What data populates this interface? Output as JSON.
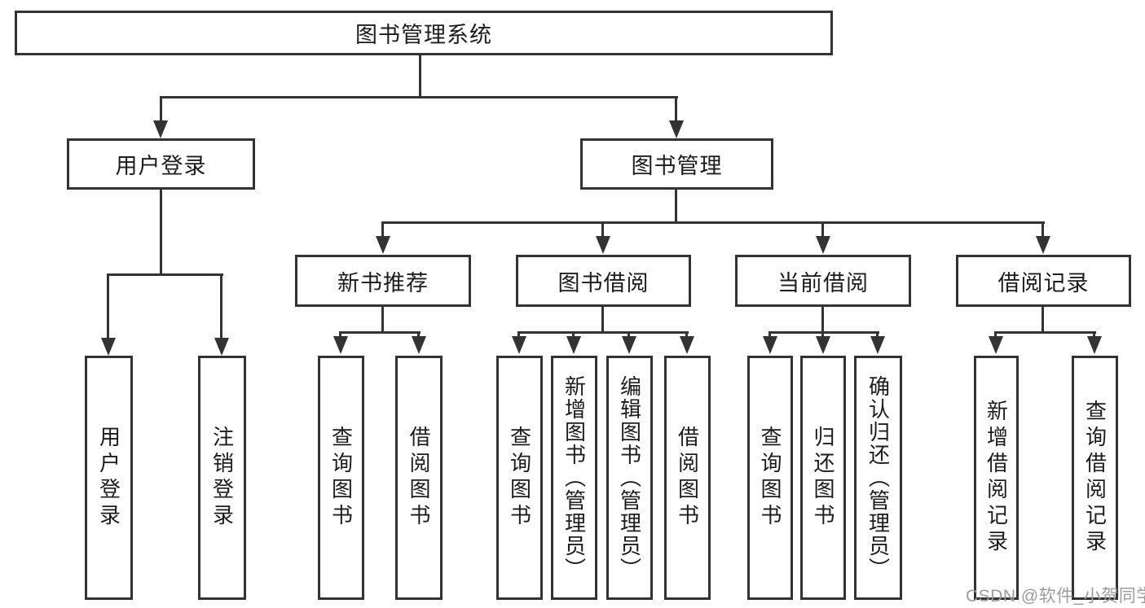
{
  "page": {
    "background_color": "#ffffff",
    "line_color": "#333333",
    "text_color": "#1c1c1c"
  },
  "nodes": {
    "root": "图书管理系统",
    "user_login": "用户登录",
    "book_mgmt": "图书管理",
    "new_books": "新书推荐",
    "book_borrow": "图书借阅",
    "current_borrow": "当前借阅",
    "borrow_records": "借阅记录",
    "ul_login": "用户登录",
    "ul_logout": "注销登录",
    "nb_query": "查询图书",
    "nb_borrow": "借阅图书",
    "bb_query": "查询图书",
    "bb_add": "新增图书（管理员）",
    "bb_edit": "编辑图书（管理员）",
    "bb_borrow": "借阅图书",
    "cb_query": "查询图书",
    "cb_return": "归还图书",
    "cb_confirm": "确认归还（管理员）",
    "br_add": "新增借阅记录",
    "br_query": "查询借阅记录"
  },
  "hierarchy": {
    "图书管理系统": {
      "用户登录": [
        "用户登录",
        "注销登录"
      ],
      "图书管理": {
        "新书推荐": [
          "查询图书",
          "借阅图书"
        ],
        "图书借阅": [
          "查询图书",
          "新增图书（管理员）",
          "编辑图书（管理员）",
          "借阅图书"
        ],
        "当前借阅": [
          "查询图书",
          "归还图书",
          "确认归还（管理员）"
        ],
        "借阅记录": [
          "新增借阅记录",
          "查询借阅记录"
        ]
      }
    }
  },
  "watermark": {
    "text": "CSDN @软件_小贺同学",
    "color": "#9c9c9c"
  }
}
